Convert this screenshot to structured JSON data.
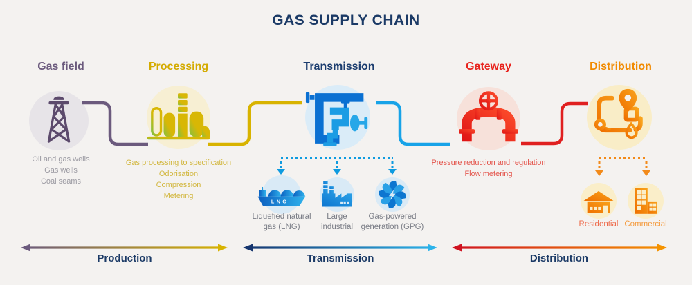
{
  "title": "GAS SUPPLY CHAIN",
  "stages": [
    {
      "label": "Gas field",
      "color": "#6b5a7d",
      "notes": [
        "Oil and gas wells",
        "Gas wells",
        "Coal seams"
      ]
    },
    {
      "label": "Processing",
      "color": "#d4ab00",
      "notes": [
        "Gas processing to specification",
        "Odorisation",
        "Compression",
        "Metering"
      ]
    },
    {
      "label": "Transmission",
      "color": "#1b3c6e",
      "notes": []
    },
    {
      "label": "Gateway",
      "color": "#e8231d",
      "notes": [
        "Pressure reduction and regulation",
        "Flow metering"
      ]
    },
    {
      "label": "Distribution",
      "color": "#f18a00",
      "notes": []
    }
  ],
  "transmission_outputs": [
    {
      "label": "Liquefied natural gas (LNG)",
      "line1": "Liquefied natural",
      "line2": "gas (LNG)",
      "ship_text": "LNG",
      "icon": "lng-ship-icon"
    },
    {
      "label": "Large industrial",
      "line1": "Large",
      "line2": "industrial",
      "icon": "factory-icon"
    },
    {
      "label": "Gas-powered generation (GPG)",
      "line1": "Gas-powered",
      "line2": "generation (GPG)",
      "icon": "turbine-icon"
    }
  ],
  "distribution_outputs": [
    {
      "label": "Residential",
      "color": "#ee6a4a",
      "icon": "house-icon"
    },
    {
      "label": "Commercial",
      "color": "#f49b3e",
      "icon": "building-icon"
    }
  ],
  "flow_bands": [
    {
      "label": "Production"
    },
    {
      "label": "Transmission"
    },
    {
      "label": "Distribution"
    }
  ],
  "icons": {
    "gas_field": "oil-derrick-icon",
    "processing": "refinery-icon",
    "transmission": "pipes-valve-icon",
    "gateway": "valve-arch-icon",
    "distribution": "map-pins-icon"
  },
  "colors": {
    "background": "#f4f2f0",
    "title_navy": "#1b3a66",
    "gas_field_purple": "#6b5a7d",
    "processing_yellow": "#d8b300",
    "transmission_navy": "#16356e",
    "transmission_blue": "#17a3e8",
    "gateway_red": "#e02020",
    "distribution_orange": "#f18a00",
    "note_gray": "#9b9aa2"
  }
}
